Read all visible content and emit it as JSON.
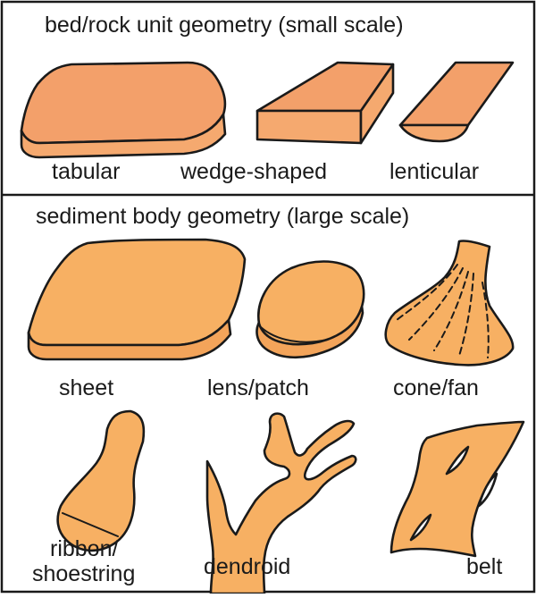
{
  "small_scale": {
    "title": "bed/rock unit geometry (small scale)",
    "labels": [
      "tabular",
      "wedge-shaped",
      "lenticular"
    ]
  },
  "large_scale": {
    "title": "sediment body geometry (large scale)",
    "labels": {
      "sheet": "sheet",
      "lens_patch": "lens/patch",
      "cone_fan": "cone/fan",
      "ribbon_line1": "ribbon/",
      "ribbon_line2": "shoestring",
      "dendroid": "dendroid",
      "belt": "belt"
    }
  },
  "colors": {
    "top_fill": "#f3a06a",
    "side_fill": "#f5a96f",
    "large_fill": "#f7b063",
    "large_side": "#f3a45a",
    "outline": "#1a1a1a"
  }
}
